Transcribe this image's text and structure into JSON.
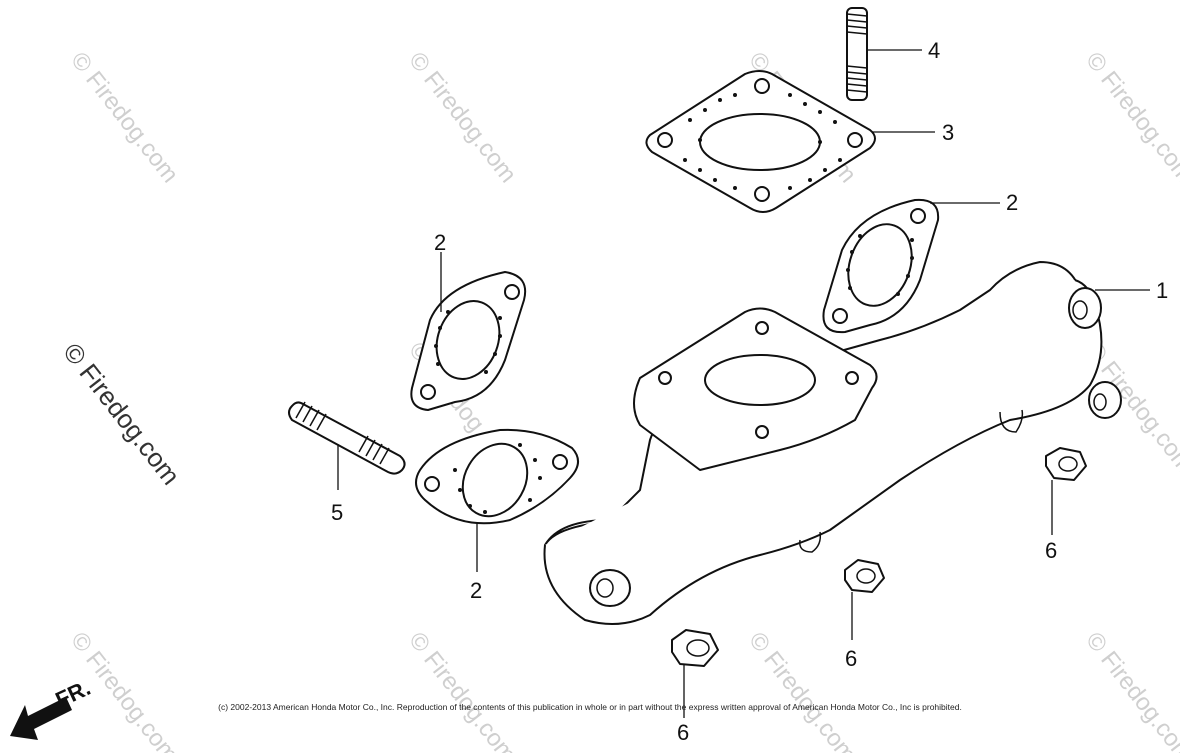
{
  "watermark": "© Firedog.com",
  "copyright": "(c) 2002-2013 American Honda Motor Co., Inc. Reproduction of the contents of this publication in whole or in part without the express written approval of American Honda Motor Co., Inc is prohibited.",
  "direction": {
    "label": "FR."
  },
  "callouts": {
    "manifold": "1",
    "gasket_right": "2",
    "gasket_left_top": "2",
    "gasket_left_bottom": "2",
    "gasket_square": "3",
    "stud_top": "4",
    "stud_left": "5",
    "nut_right": "6",
    "nut_middle": "6",
    "nut_bottom": "6"
  }
}
